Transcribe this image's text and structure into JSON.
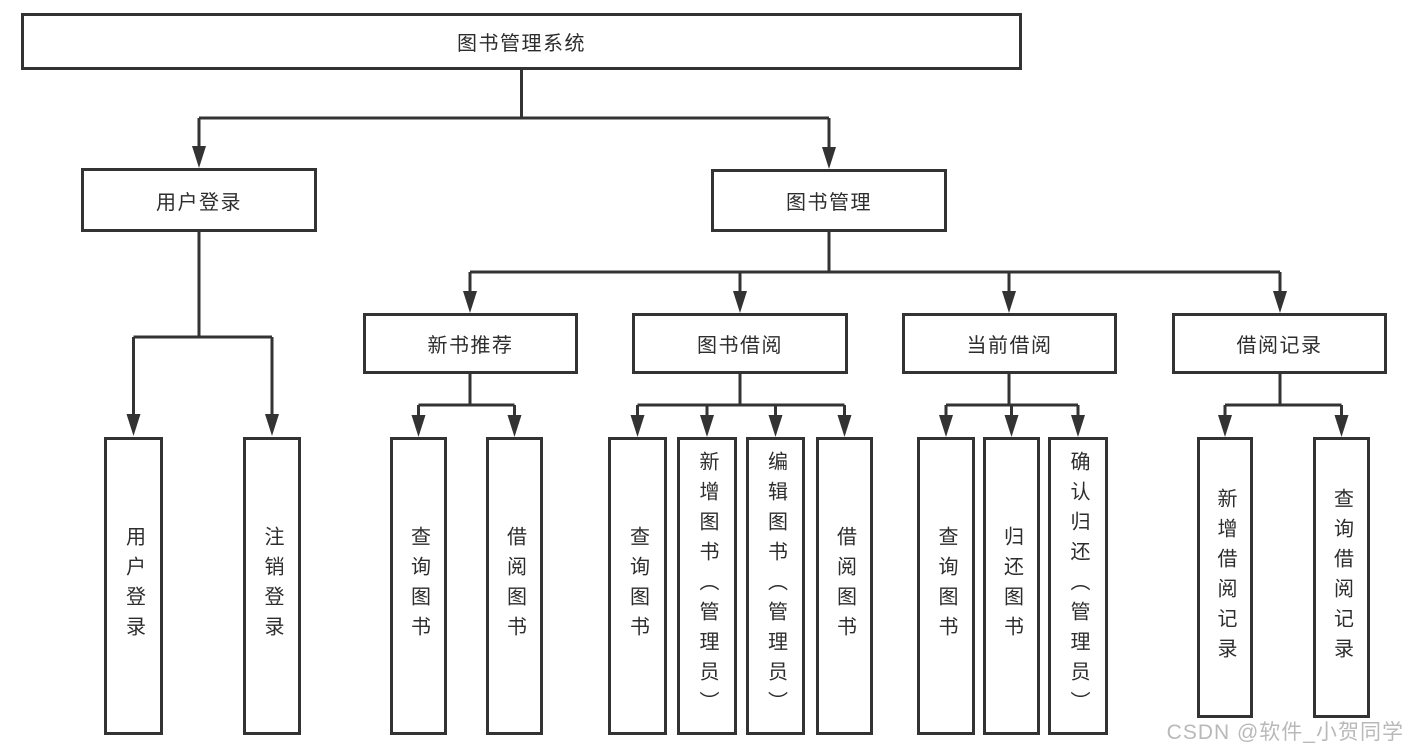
{
  "diagram": {
    "title": "图书管理系统",
    "nodes": {
      "root": {
        "label": "图书管理系统"
      },
      "userLogin": {
        "label": "用户登录"
      },
      "bookMgmt": {
        "label": "图书管理"
      },
      "newBookRec": {
        "label": "新书推荐"
      },
      "bookBorrow": {
        "label": "图书借阅"
      },
      "currentBorrow": {
        "label": "当前借阅"
      },
      "borrowRecords": {
        "label": "借阅记录"
      },
      "userLoginLeaf": {
        "label": "用户登录"
      },
      "logout": {
        "label": "注销登录"
      },
      "recQueryBooks": {
        "label": "查询图书"
      },
      "recBorrowBooks": {
        "label": "借阅图书"
      },
      "borQueryBooks": {
        "label": "查询图书"
      },
      "borAddBooks": {
        "label": "新增图书（管理员）"
      },
      "borEditBooks": {
        "label": "编辑图书（管理员）"
      },
      "borBorrowBooks": {
        "label": "借阅图书"
      },
      "curQueryBooks": {
        "label": "查询图书"
      },
      "curReturnBooks": {
        "label": "归还图书"
      },
      "curConfirmReturn": {
        "label": "确认归还（管理员）"
      },
      "recAddRecord": {
        "label": "新增借阅记录"
      },
      "recQueryRecord": {
        "label": "查询借阅记录"
      }
    },
    "colors": {
      "line": "#333333",
      "text": "#2d2d2d",
      "background": "#ffffff"
    }
  },
  "watermark": {
    "text": "CSDN @软件_小贺同学",
    "color": "#b9b9b9"
  }
}
